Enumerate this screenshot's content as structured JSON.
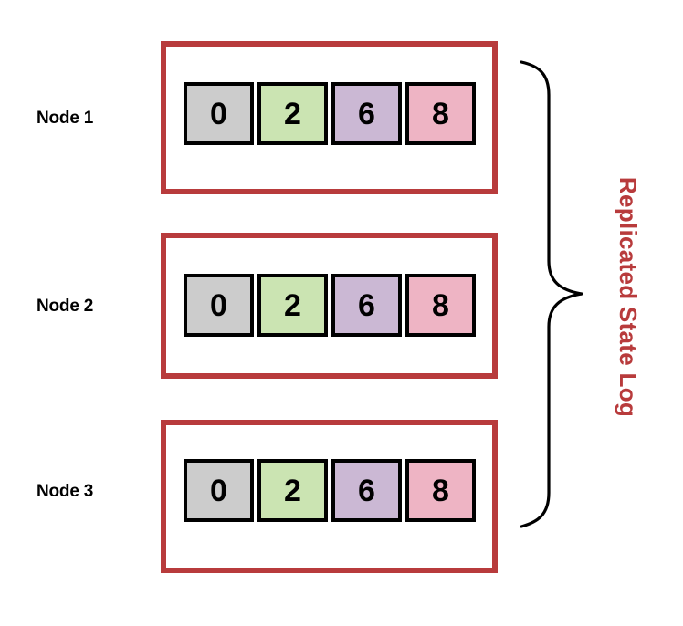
{
  "diagram": {
    "title": "Replicated State Log",
    "annotation_label": "Replicated State Log",
    "accent_color": "#b83b3c",
    "brace_color": "#000000",
    "background_color": "#ffffff",
    "cell_border_color": "#000000",
    "cell_palette": {
      "gray": "#cccccc",
      "green": "#cbe4b2",
      "purple": "#cbb8d4",
      "pink": "#eeb4c4"
    },
    "nodes": [
      {
        "label": "Node 1",
        "cells": [
          {
            "value": "0",
            "color": "#cccccc"
          },
          {
            "value": "2",
            "color": "#cbe4b2"
          },
          {
            "value": "6",
            "color": "#cbb8d4"
          },
          {
            "value": "8",
            "color": "#eeb4c4"
          }
        ]
      },
      {
        "label": "Node 2",
        "cells": [
          {
            "value": "0",
            "color": "#cccccc"
          },
          {
            "value": "2",
            "color": "#cbe4b2"
          },
          {
            "value": "6",
            "color": "#cbb8d4"
          },
          {
            "value": "8",
            "color": "#eeb4c4"
          }
        ]
      },
      {
        "label": "Node 3",
        "cells": [
          {
            "value": "0",
            "color": "#cccccc"
          },
          {
            "value": "2",
            "color": "#cbe4b2"
          },
          {
            "value": "6",
            "color": "#cbb8d4"
          },
          {
            "value": "8",
            "color": "#eeb4c4"
          }
        ]
      }
    ]
  }
}
